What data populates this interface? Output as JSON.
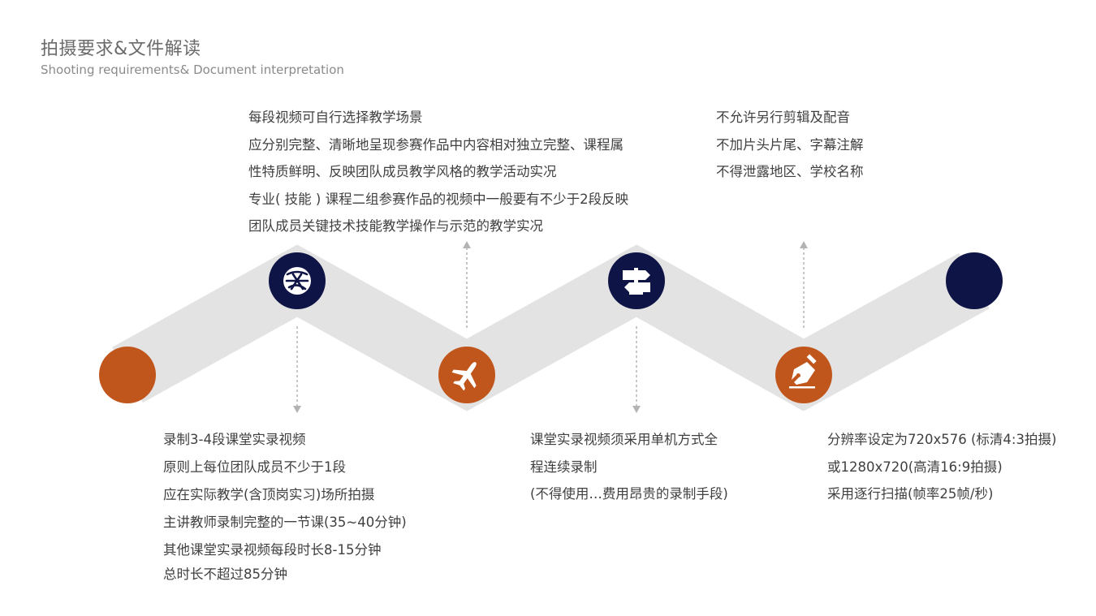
{
  "header": {
    "title": "拍摄要求&文件解读",
    "subtitle": "Shooting requirements& Document interpretation"
  },
  "colors": {
    "orange": "#C1561D",
    "navy": "#0F1446",
    "band": "#E3E3E3",
    "arrow": "#B3B3B3"
  },
  "nodes": [
    {
      "name": "node-1",
      "color": "orange",
      "icon": "none"
    },
    {
      "name": "node-2",
      "color": "navy",
      "icon": "sheep-icon"
    },
    {
      "name": "node-3",
      "color": "orange",
      "icon": "airplane-icon"
    },
    {
      "name": "node-4",
      "color": "navy",
      "icon": "signpost-icon"
    },
    {
      "name": "node-5",
      "color": "orange",
      "icon": "pen-nib-icon"
    },
    {
      "name": "node-6",
      "color": "navy",
      "icon": "none"
    }
  ],
  "blocks": {
    "top_1": {
      "lines": [
        "每段视频可自行选择教学场景",
        "应分别完整、清晰地呈现参赛作品中内容相对独立完整、课程属",
        "性特质鲜明、反映团队成员教学风格的教学活动实况",
        "专业( 技能 ) 课程二组参赛作品的视频中一般要有不少于2段反映",
        "团队成员关键技术技能教学操作与示范的教学实况"
      ]
    },
    "top_2": {
      "lines": [
        "不允许另行剪辑及配音",
        "不加片头片尾、字幕注解",
        "不得泄露地区、学校名称"
      ]
    },
    "bottom_1": {
      "lines": [
        "录制3-4段课堂实录视频",
        "原则上每位团队成员不少于1段",
        "应在实际教学(含顶岗实习)场所拍摄",
        "主讲教师录制完整的一节课(35~40分钟)",
        "其他课堂实录视频每段时长8-15分钟",
        "总时长不超过85分钟"
      ]
    },
    "bottom_2": {
      "lines": [
        "课堂实录视频须采用单机方式全",
        "程连续录制",
        "(不得使用…费用昂贵的录制手段)"
      ]
    },
    "bottom_3": {
      "lines": [
        "分辨率设定为720x576 (标清4:3拍摄)",
        "或1280x720(高清16:9拍摄)",
        "采用逐行扫描(帧率25帧/秒)"
      ]
    }
  }
}
